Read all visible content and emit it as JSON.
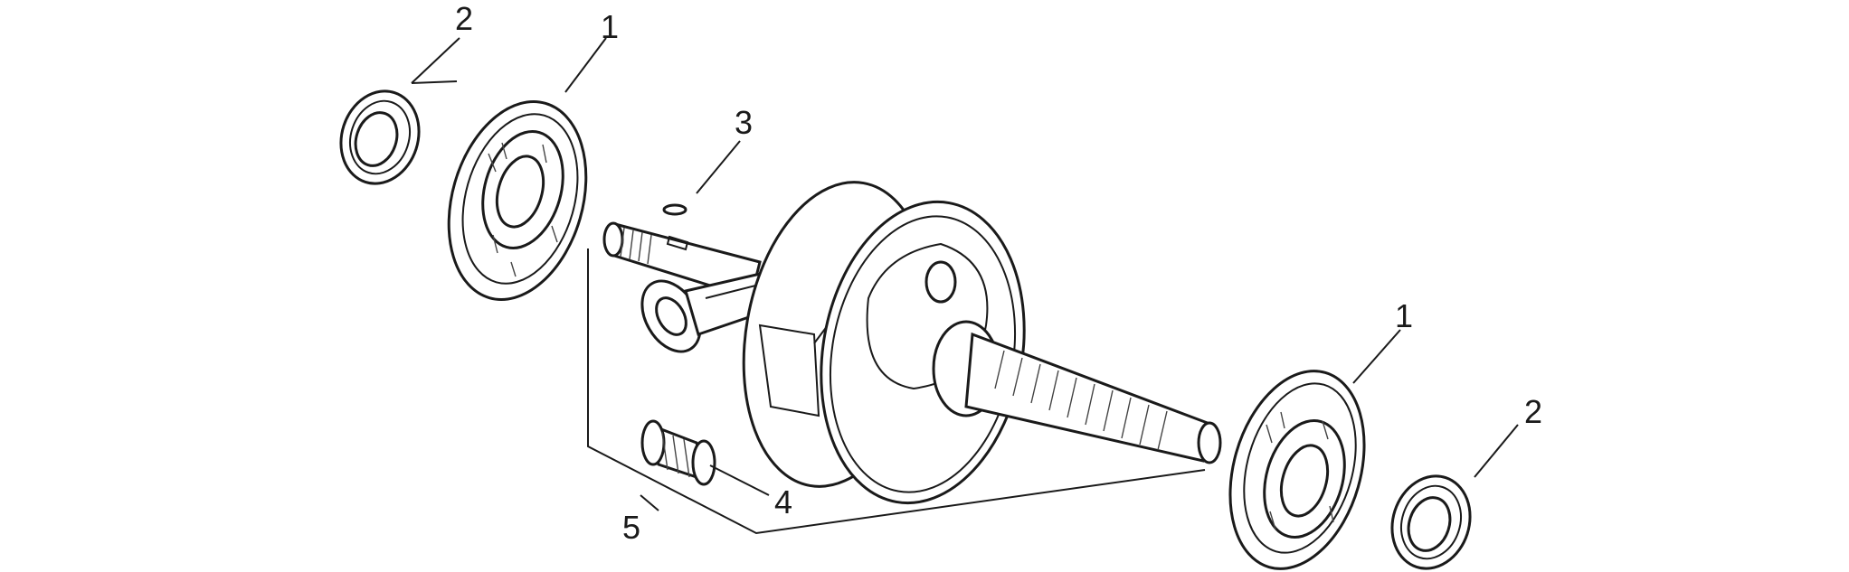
{
  "diagram": {
    "callouts": [
      {
        "id": "c1-left",
        "text": "1"
      },
      {
        "id": "c2-left",
        "text": "2"
      },
      {
        "id": "c3",
        "text": "3"
      },
      {
        "id": "c1-right",
        "text": "1"
      },
      {
        "id": "c2-right",
        "text": "2"
      },
      {
        "id": "c4",
        "text": "4"
      },
      {
        "id": "c5",
        "text": "5"
      }
    ]
  },
  "colors": {
    "line": "#1a1a1a",
    "background": "#ffffff"
  }
}
